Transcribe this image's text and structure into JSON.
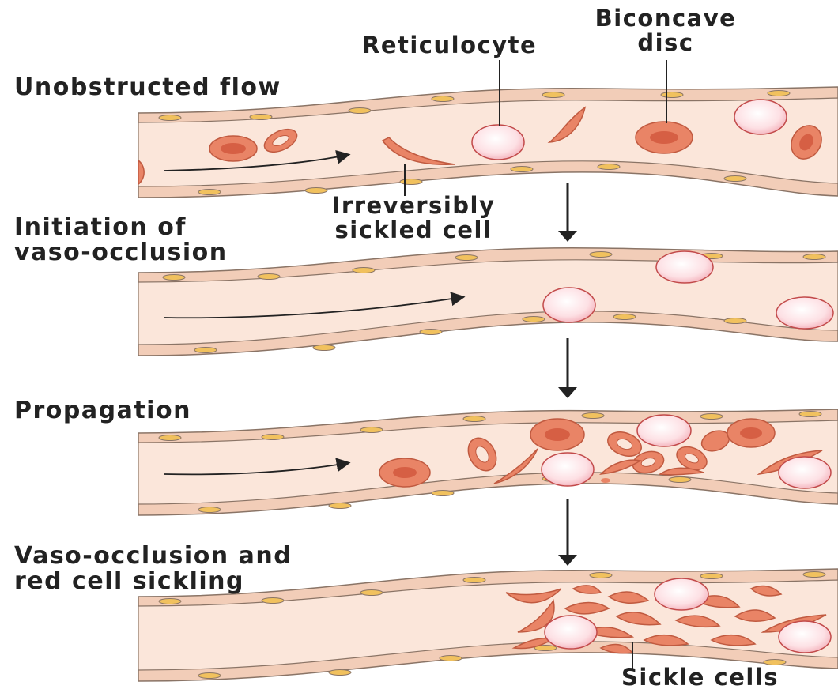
{
  "stages": [
    {
      "title_lines": [
        "Unobstructed flow"
      ]
    },
    {
      "title_lines": [
        "Initiation of",
        "vaso-occlusion"
      ]
    },
    {
      "title_lines": [
        "Propagation"
      ]
    },
    {
      "title_lines": [
        "Vaso-occlusion and",
        "red cell sickling"
      ]
    }
  ],
  "callouts": {
    "reticulocyte": "Reticulocyte",
    "biconcave_line1": "Biconcave",
    "biconcave_line2": "disc",
    "irreversibly_line1": "Irreversibly",
    "irreversibly_line2": "sickled cell",
    "sickle_cells": "Sickle cells"
  },
  "colors": {
    "vessel_fill": "#fbe6da",
    "vessel_wall": "#f2cdb8",
    "vessel_outline": "#8a7466",
    "endothelial_nucleus": "#f1c15e",
    "red_cell": "#e98466",
    "red_cell_center": "#d65f44",
    "reticulocyte": "#fde0e4",
    "reticulocyte_edge": "#c24a4a",
    "leader_line": "#222222"
  },
  "icons": [
    "flow-arrow-icon",
    "down-arrow-icon"
  ]
}
